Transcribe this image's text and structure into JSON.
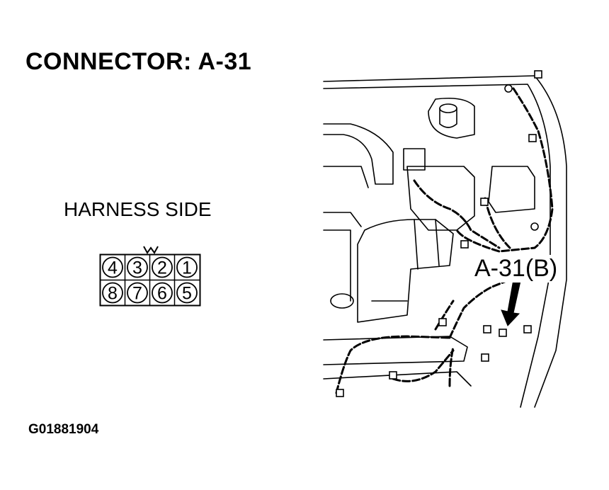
{
  "header": {
    "title": "CONNECTOR: A-31"
  },
  "connector": {
    "side_label": "HARNESS SIDE",
    "top_row": [
      "4",
      "3",
      "2",
      "1"
    ],
    "bottom_row": [
      "8",
      "7",
      "6",
      "5"
    ]
  },
  "engine_view": {
    "callout_label": "A-31(B)"
  },
  "footer": {
    "figure_id": "G01881904"
  }
}
